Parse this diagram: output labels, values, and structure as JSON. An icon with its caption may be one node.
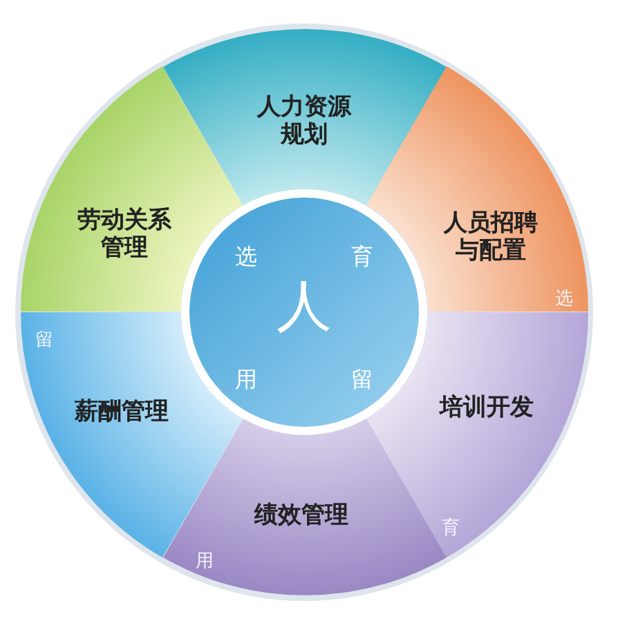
{
  "diagram": {
    "nodes": [
      {
        "text": [
          "人力资源规划"
        ]
      },
      {
        "text": [
          "劳动关系管理"
        ]
      },
      {
        "text": [
          "人员招聘与配置"
        ]
      },
      {
        "text": [
          "选",
          "育",
          "人",
          "用",
          "留"
        ]
      },
      {
        "text": [
          "薪酬管理"
        ]
      },
      {
        "text": [
          "培训开发"
        ]
      },
      {
        "text": [
          "绩效管理"
        ]
      }
    ],
    "labels": [
      "选",
      "留",
      "育",
      "用"
    ]
  }
}
